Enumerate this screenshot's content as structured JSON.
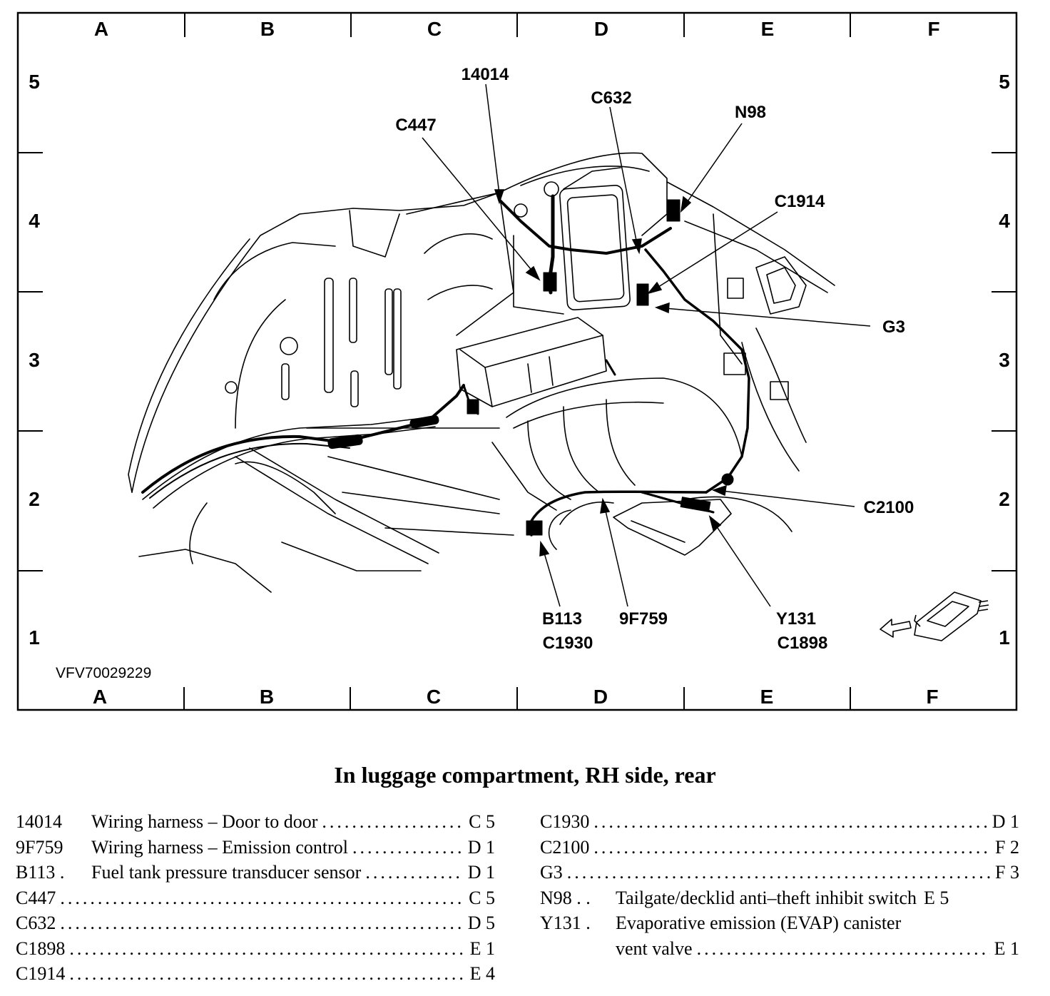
{
  "grid": {
    "columns": [
      "A",
      "B",
      "C",
      "D",
      "E",
      "F"
    ],
    "rows": [
      "5",
      "4",
      "3",
      "2",
      "1"
    ]
  },
  "figure_code": "VFV70029229",
  "callouts": {
    "c14014": "14014",
    "c632": "C632",
    "n98": "N98",
    "c447": "C447",
    "c1914": "C1914",
    "g3": "G3",
    "c2100": "C2100",
    "b113": "B113",
    "c1930": "C1930",
    "f9f759": "9F759",
    "y131": "Y131",
    "c1898": "C1898"
  },
  "caption": "In luggage compartment, RH side, rear",
  "legend": {
    "left": [
      {
        "code": "14014",
        "description": "Wiring harness – Door to door",
        "location": "C 5"
      },
      {
        "code": "9F759",
        "description": "Wiring harness – Emission control",
        "location": "D 1"
      },
      {
        "code": "B113 .",
        "description": "Fuel tank pressure transducer sensor",
        "location": "D 1"
      },
      {
        "code": "C447",
        "description": "",
        "location": "C 5"
      },
      {
        "code": "C632",
        "description": "",
        "location": "D 5"
      },
      {
        "code": "C1898",
        "description": "",
        "location": "E 1"
      },
      {
        "code": "C1914",
        "description": "",
        "location": "E 4"
      }
    ],
    "right": [
      {
        "code": "C1930",
        "description": "",
        "location": "D 1"
      },
      {
        "code": "C2100",
        "description": "",
        "location": "F 2"
      },
      {
        "code": "G3",
        "description": "",
        "location": "F 3"
      },
      {
        "code": "N98 . .",
        "description": "Tailgate/decklid anti–theft inhibit switch",
        "location": "E 5"
      },
      {
        "code": "Y131 .",
        "description": "Evaporative emission (EVAP) canister",
        "location": ""
      },
      {
        "code": "",
        "description": "vent valve",
        "location": "E 1"
      }
    ]
  },
  "colors": {
    "ink": "#000000",
    "paper": "#ffffff"
  }
}
